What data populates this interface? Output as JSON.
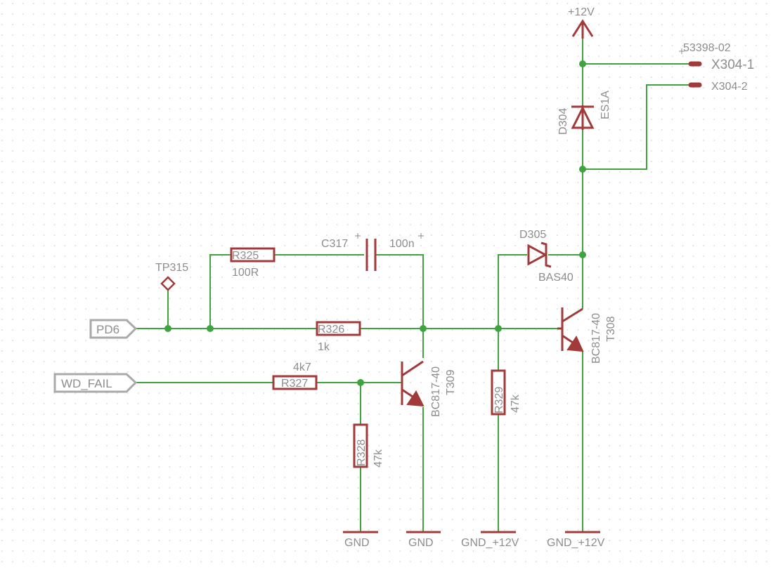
{
  "colors": {
    "wire": "#3fa33f",
    "component": "#a23a3a",
    "label": "#8d8d8d",
    "port_outline": "#a9a9a9",
    "grid_dot": "#c8c8c8"
  },
  "supply": {
    "vcc": "+12V"
  },
  "connector": {
    "part": "53398-02",
    "pin1": "X304-1",
    "pin2": "X304-2"
  },
  "d304": {
    "name": "D304",
    "value": "ES1A"
  },
  "d305": {
    "name": "D305",
    "value": "BAS40"
  },
  "c317": {
    "name": "C317",
    "value": "100n"
  },
  "r325": {
    "name": "R325",
    "value": "100R"
  },
  "r326": {
    "name": "R326",
    "value": "1k"
  },
  "r327": {
    "name": "R327",
    "value": "4k7"
  },
  "r328": {
    "name": "R328",
    "value": "47k"
  },
  "r329": {
    "name": "R329",
    "value": "47k"
  },
  "t308": {
    "name": "T308",
    "value": "BC817-40"
  },
  "t309": {
    "name": "T309",
    "value": "BC817-40"
  },
  "tp315": {
    "name": "TP315"
  },
  "ports": {
    "pd6": "PD6",
    "wd_fail": "WD_FAIL"
  },
  "grounds": {
    "g1": "GND",
    "g2": "GND",
    "g3": "GND_+12V",
    "g4": "GND_+12V"
  }
}
